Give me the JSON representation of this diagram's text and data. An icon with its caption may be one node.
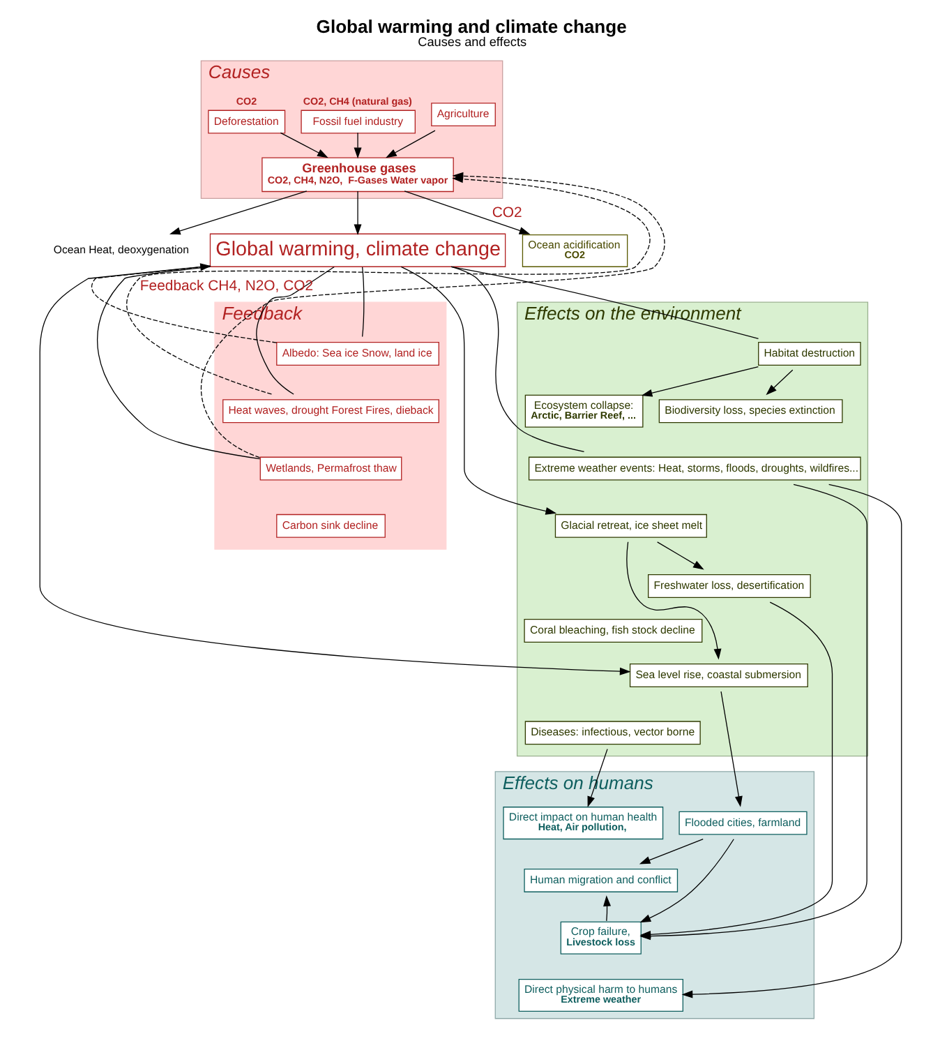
{
  "diagram": {
    "title": "Global warming and climate change",
    "caption": "Causes and effects",
    "nodes": [
      {
        "text": [
          "Causes"
        ]
      },
      {
        "text": [
          "Agriculture"
        ],
        "in": 0
      },
      {
        "text": [
          "Fossil fuel industry"
        ],
        "in": 0,
        "beside": [
          "CO2, CH4 (natural gas)"
        ]
      },
      {
        "text": [
          "Deforestation"
        ],
        "in": 0,
        "beside": [
          "CO2"
        ]
      },
      {
        "text": [
          "Greenhouse gases",
          "CO2, CH4, N2O,  F-Gases Water vapor"
        ],
        "in": 0
      },
      {
        "text": [
          "Ocean acidification",
          "CO2"
        ]
      },
      {
        "text": [
          "Ocean Heat, deoxygenation"
        ]
      },
      {
        "text": [
          "Global warming, climate change"
        ]
      },
      {
        "text": [
          "Feedback"
        ]
      },
      {
        "text": [
          "Albedo: Sea ice Snow, land ice"
        ],
        "in": 8
      },
      {
        "text": [
          "Heat waves, drought Forest Fires, dieback"
        ],
        "in": 8
      },
      {
        "text": [
          "Wetlands, Permafrost thaw"
        ],
        "in": 8
      },
      {
        "text": [
          "Carbon sink decline"
        ],
        "in": 8
      },
      {
        "text": [
          "Effects on the environment"
        ]
      },
      {
        "text": [
          "Habitat destruction"
        ],
        "in": 13
      },
      {
        "text": [
          "Ecosystem collapse:",
          "Arctic, Barrier Reef, ..."
        ],
        "in": 13
      },
      {
        "text": [
          "Biodiversity loss, species extinction"
        ],
        "in": 13
      },
      {
        "text": [
          "Extreme weather events: Heat, storms, floods, droughts, wildfires..."
        ],
        "in": 13
      },
      {
        "text": [
          "Glacial retreat, ice sheet melt"
        ],
        "in": 13
      },
      {
        "text": [
          "Freshwater loss, desertification"
        ],
        "in": 13
      },
      {
        "text": [
          "Coral bleaching, fish stock decline"
        ],
        "in": 13
      },
      {
        "text": [
          "Sea level rise, coastal submersion"
        ],
        "in": 13
      },
      {
        "text": [
          "Diseases: infectious, vector borne"
        ],
        "in": 13
      },
      {
        "text": [
          "Effects on humans"
        ]
      },
      {
        "text": [
          "Direct impact on human health",
          "Heat, Air pollution,"
        ],
        "in": 23
      },
      {
        "text": [
          "Human migration and conflict"
        ],
        "in": 23
      },
      {
        "text": [
          "Flooded cities, farmland"
        ],
        "in": 23
      },
      {
        "text": [
          "Crop failure,",
          "Livestock loss"
        ],
        "in": 23
      },
      {
        "text": [
          "Direct physical harm to humans",
          "Extreme weather"
        ],
        "in": 23
      }
    ],
    "edges": [
      {
        "from": 1,
        "to": 4,
        "arrow": "to"
      },
      {
        "from": 2,
        "to": 4,
        "arrow": "to"
      },
      {
        "from": 3,
        "to": 4,
        "arrow": "to"
      },
      {
        "from": 4,
        "to": 5,
        "arrow": "to",
        "label": "CO2"
      },
      {
        "from": 4,
        "to": 6,
        "arrow": "to"
      },
      {
        "from": 4,
        "to": 7,
        "arrow": "to"
      },
      {
        "from": 10,
        "to": 4,
        "arrow": "to",
        "style": "dashed",
        "label": "Feedback CH4, N2O, CO2"
      },
      {
        "from": 11,
        "to": 4,
        "arrow": "to",
        "style": "dashed"
      },
      {
        "from": 9,
        "to": 7,
        "arrow": "to",
        "style": "dashed"
      },
      {
        "from": 7,
        "to": 9,
        "arrow": "none"
      },
      {
        "from": 7,
        "to": 10,
        "arrow": "none"
      },
      {
        "from": 7,
        "to": 11,
        "arrow": "none"
      },
      {
        "from": 7,
        "to": 14,
        "arrow": "none"
      },
      {
        "from": 7,
        "to": 17,
        "arrow": "none"
      },
      {
        "from": 7,
        "to": 18,
        "arrow": "to"
      },
      {
        "from": 7,
        "to": 21,
        "arrow": "to"
      },
      {
        "from": 14,
        "to": 15,
        "arrow": "to"
      },
      {
        "from": 14,
        "to": 16,
        "arrow": "to"
      },
      {
        "from": 18,
        "to": 19,
        "arrow": "to"
      },
      {
        "from": 18,
        "to": 21,
        "arrow": "to"
      },
      {
        "from": 19,
        "to": 27,
        "arrow": "to"
      },
      {
        "from": 17,
        "to": 28,
        "arrow": "to"
      },
      {
        "from": 17,
        "to": 27,
        "arrow": "to"
      },
      {
        "from": 21,
        "to": 26,
        "arrow": "to"
      },
      {
        "from": 26,
        "to": 25,
        "arrow": "to"
      },
      {
        "from": 26,
        "to": 27,
        "arrow": "to"
      },
      {
        "from": 27,
        "to": 25,
        "arrow": "to"
      },
      {
        "from": 22,
        "to": 24,
        "arrow": "to"
      }
    ]
  }
}
